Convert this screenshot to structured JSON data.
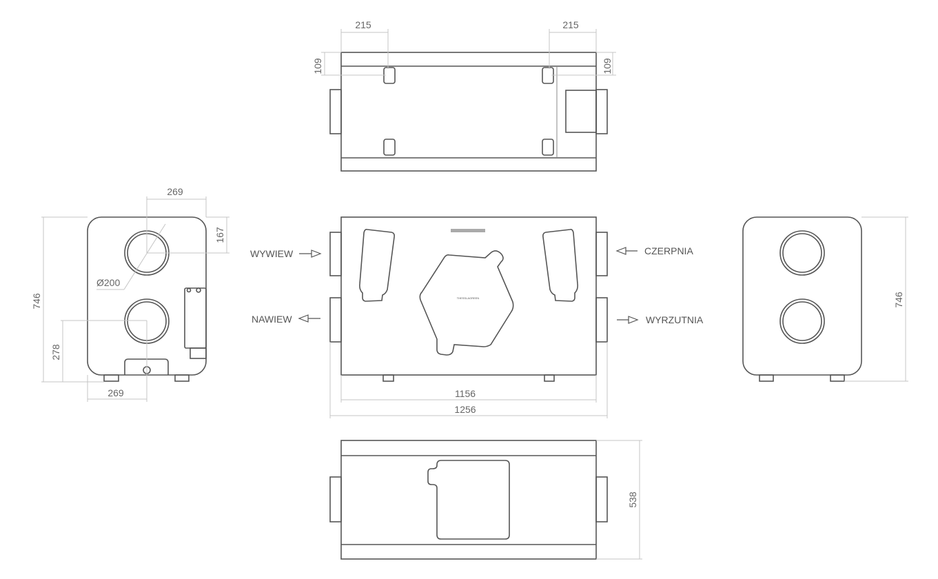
{
  "dimensions": {
    "top_left_offset": "215",
    "top_right_offset": "215",
    "top_left_depth": "109",
    "top_right_depth": "109",
    "side_width_top": "269",
    "side_height_top": "167",
    "diameter": "Ø200",
    "side_total_height": "746",
    "side_bottom_height": "278",
    "side_width_bottom": "269",
    "front_body_width": "1156",
    "front_total_width": "1256",
    "right_total_height": "746",
    "bottom_depth": "538"
  },
  "flows": {
    "exhaust_in": "WYWIEW",
    "supply_out": "NAWIEW",
    "intake": "CZERPNIA",
    "exhaust_out": "WYRZUTNIA"
  },
  "brand_label": "THESSLAGREEN"
}
